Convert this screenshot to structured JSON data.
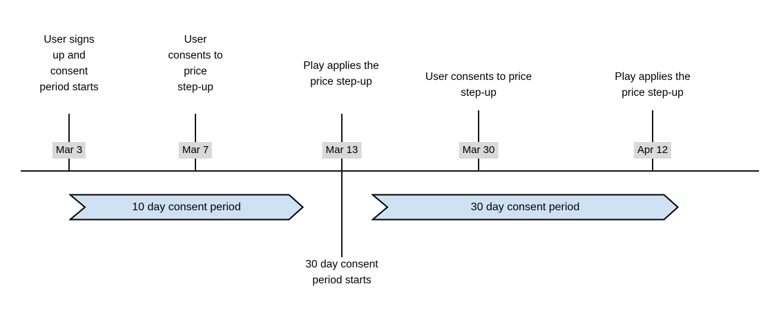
{
  "timeline": {
    "events": [
      {
        "date": "Mar 3",
        "label": "User signs\nup and\nconsent\nperiod starts"
      },
      {
        "date": "Mar 7",
        "label": "User\nconsents to\nprice\nstep-up"
      },
      {
        "date": "Mar 13",
        "label": "Play applies the\nprice step-up",
        "below_label": "30 day consent\nperiod starts"
      },
      {
        "date": "Mar 30",
        "label": "User consents to price\nstep-up"
      },
      {
        "date": "Apr 12",
        "label": "Play applies the\nprice step-up"
      }
    ],
    "periods": [
      {
        "label": "10 day consent period"
      },
      {
        "label": "30 day consent period"
      }
    ],
    "colors": {
      "period_fill": "#cfe2f3",
      "period_border": "#000000",
      "date_badge_bg": "#d9d9d9",
      "line": "#141414",
      "text": "#000000"
    }
  }
}
